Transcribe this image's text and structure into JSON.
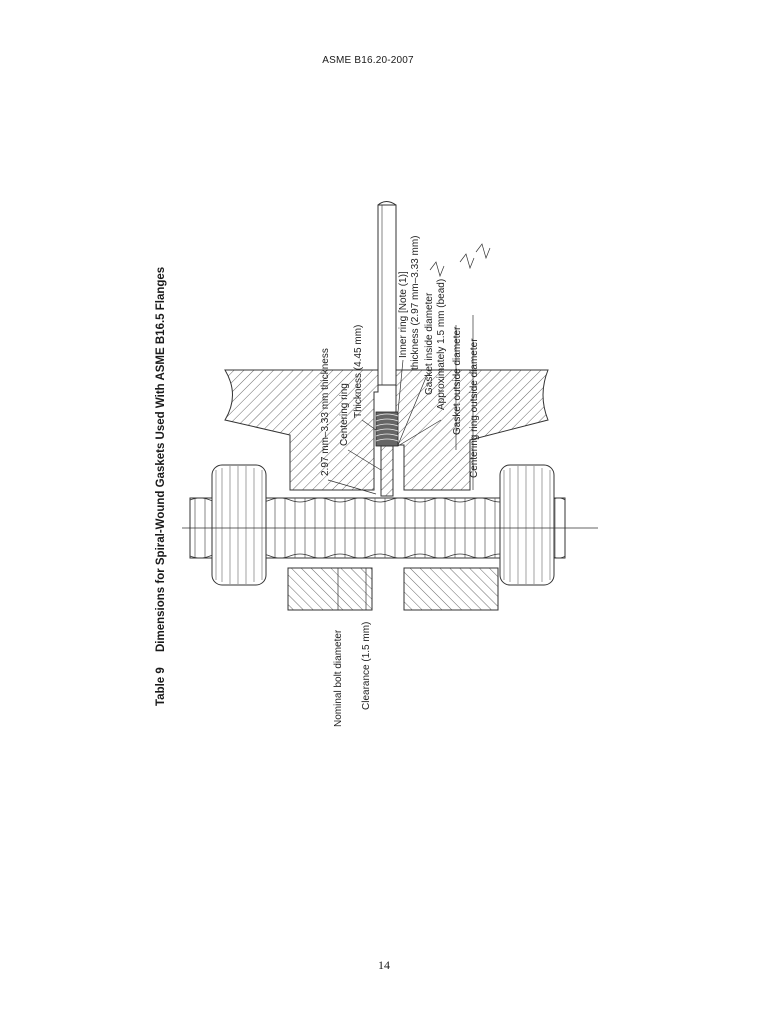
{
  "header": {
    "doc_id": "ASME B16.20-2007"
  },
  "table": {
    "number": "Table 9",
    "title": "Dimensions for Spiral-Wound Gaskets Used With ASME B16.5 Flanges"
  },
  "labels": {
    "nominal_bolt": "Nominal bolt diameter",
    "clearance": "Clearance (1.5 mm)",
    "ring_thickness": "2.97 mm–3.33 mm thickness",
    "centering_ring": "Centering ring",
    "gasket_thickness": "Thickness (4.45 mm)",
    "inner_ring": "Inner ring [Note (1)]",
    "inner_thickness": "thickness (2.97 mm–3.33 mm)",
    "gasket_id": "Gasket inside diameter",
    "bead": "Approximately 1.5 mm (bead)",
    "gasket_od": "Gasket outside diameter",
    "centering_od": "Centering ring outside diameter"
  },
  "footer": {
    "page_number": "14"
  }
}
